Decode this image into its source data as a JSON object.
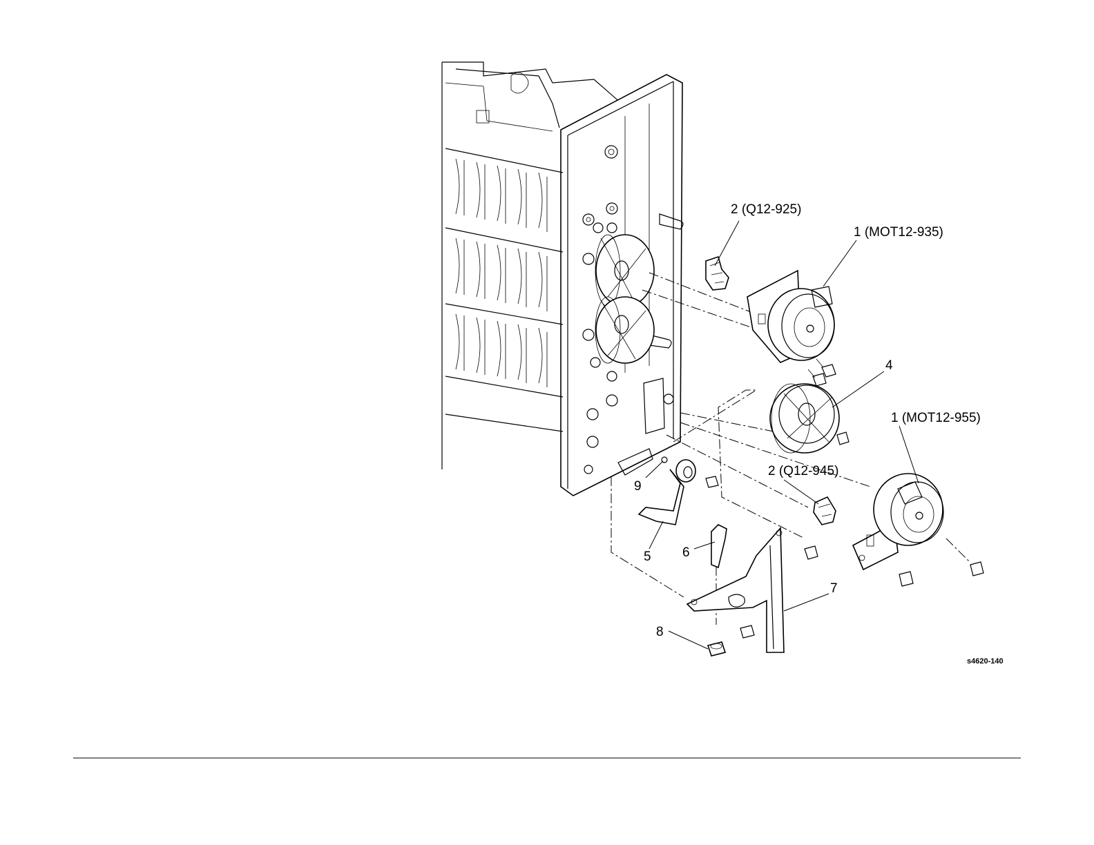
{
  "callouts": {
    "sensor_q12_925": "2 (Q12-925)",
    "motor_mot12_935": "1 (MOT12-935)",
    "gear": "4",
    "motor_mot12_955": "1 (MOT12-955)",
    "sensor_q12_945": "2 (Q12-945)",
    "part_9": "9",
    "part_5": "5",
    "part_6": "6",
    "part_7": "7",
    "part_8": "8"
  },
  "figure_id": "s4620-140"
}
